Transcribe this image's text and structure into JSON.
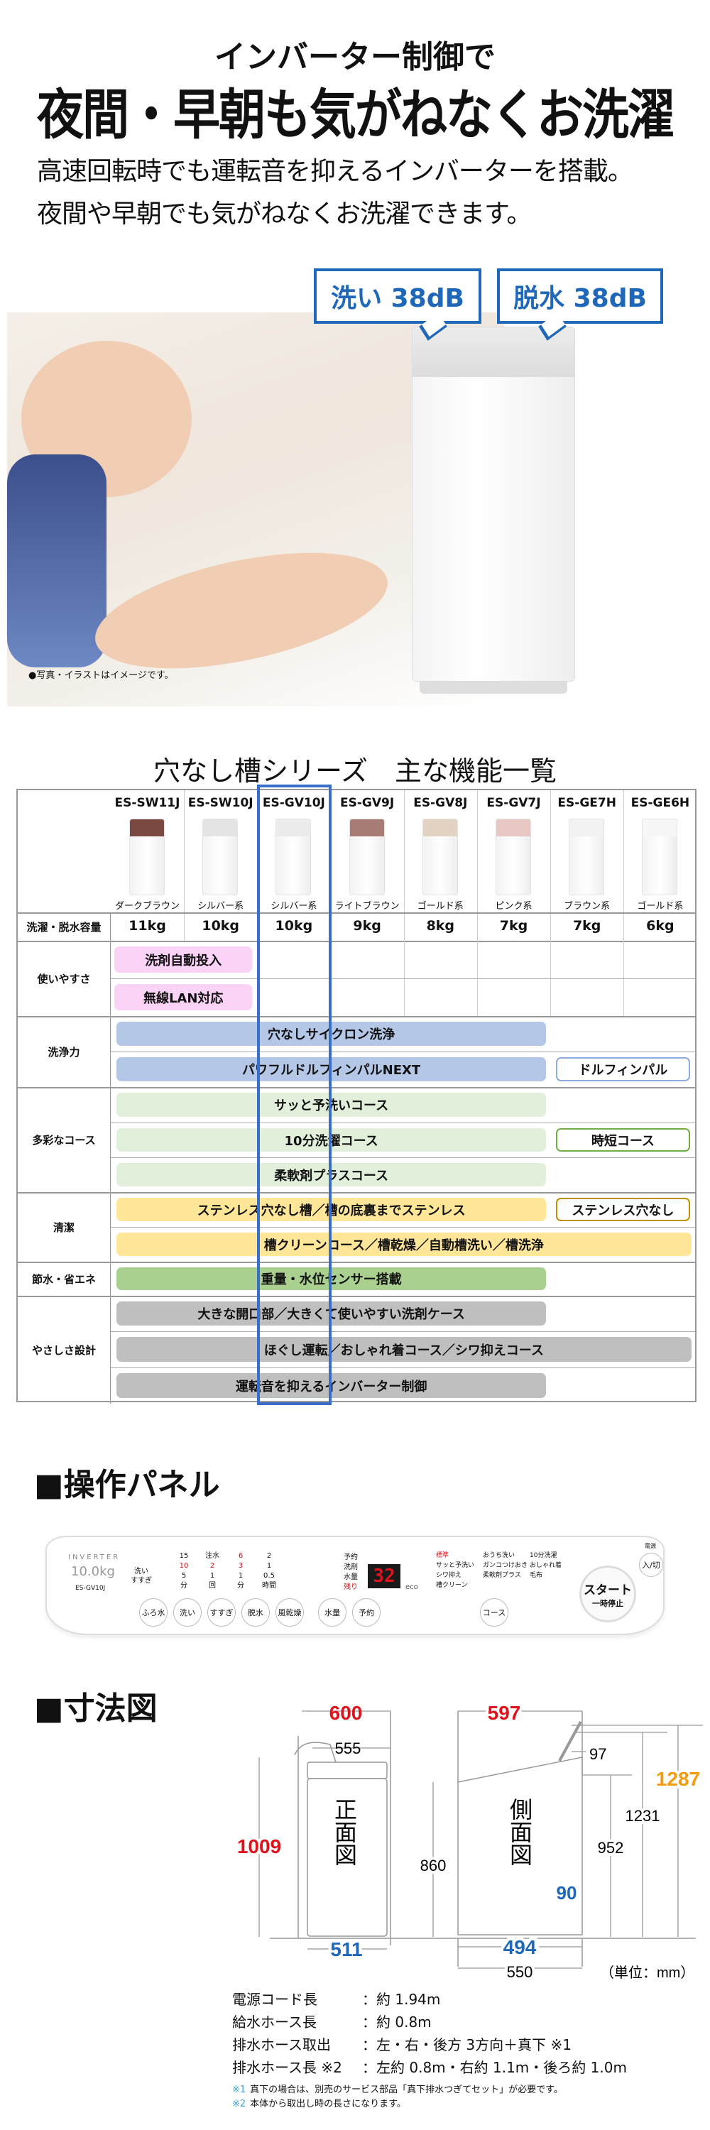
{
  "hero": {
    "subtitle": "インバーター制御で",
    "title": "夜間・早朝も気がねなくお洗濯",
    "lead1": "高速回転時でも運転音を抑えるインバーターを搭載。",
    "lead2": "夜間や早朝でも気がねなくお洗濯できます。",
    "badge_wash": "洗い 38dB",
    "badge_spin": "脱水 38dB",
    "photo_note": "●写真・イラストはイメージです。"
  },
  "table": {
    "title": "穴なし槽シリーズ　主な機能一覧",
    "capacity_label": "洗濯・脱水容量",
    "models": [
      {
        "name": "ES-SW11J",
        "color": "ダークブラウン",
        "capacity": "11kg",
        "top": "#7a4a42"
      },
      {
        "name": "ES-SW10J",
        "color": "シルバー系",
        "capacity": "10kg",
        "top": "#e4e4e4"
      },
      {
        "name": "ES-GV10J",
        "color": "シルバー系",
        "capacity": "10kg",
        "top": "#ececec"
      },
      {
        "name": "ES-GV9J",
        "color": "ライトブラウン",
        "capacity": "9kg",
        "top": "#a77c74"
      },
      {
        "name": "ES-GV8J",
        "color": "ゴールド系",
        "capacity": "8kg",
        "top": "#e3d3c2"
      },
      {
        "name": "ES-GV7J",
        "color": "ピンク系",
        "capacity": "7kg",
        "top": "#e7c8c4"
      },
      {
        "name": "ES-GE7H",
        "color": "ブラウン系",
        "capacity": "7kg",
        "top": "#f2f2f2"
      },
      {
        "name": "ES-GE6H",
        "color": "ゴールド系",
        "capacity": "6kg",
        "top": "#f7f7f7"
      }
    ],
    "highlight_model": "ES-GV10J",
    "categories": [
      {
        "label": "使いやすさ",
        "rows": [
          [
            {
              "label": "洗剤自動投入",
              "span": "two",
              "color": "#fbd3f7"
            }
          ],
          [
            {
              "label": "無線LAN対応",
              "span": "two",
              "color": "#fbd3f7"
            }
          ]
        ]
      },
      {
        "label": "洗浄力",
        "rows": [
          [
            {
              "label": "穴なしサイクロン洗浄",
              "span": "main",
              "color": "#b4c7e7"
            }
          ],
          [
            {
              "label": "パワフルドルフィンパルNEXT",
              "span": "main",
              "color": "#b4c7e7"
            },
            {
              "label": "ドルフィンパル",
              "span": "side",
              "color": "#8faadc"
            }
          ]
        ]
      },
      {
        "label": "多彩なコース",
        "rows": [
          [
            {
              "label": "サッと予洗いコース",
              "span": "main",
              "color": "#e2efda"
            }
          ],
          [
            {
              "label": "10分洗濯コース",
              "span": "main",
              "color": "#e2efda"
            },
            {
              "label": "時短コース",
              "span": "side",
              "color": "#70ad47"
            }
          ],
          [
            {
              "label": "柔軟剤プラスコース",
              "span": "main",
              "color": "#e2efda"
            }
          ]
        ]
      },
      {
        "label": "清潔",
        "rows": [
          [
            {
              "label": "ステンレス穴なし槽／槽の底裏までステンレス",
              "span": "main",
              "color": "#ffe699"
            },
            {
              "label": "ステンレス穴なし",
              "span": "side",
              "color": "#bf9000"
            }
          ],
          [
            {
              "label": "槽クリーンコース／槽乾燥／自動槽洗い／槽洗浄",
              "span": "full",
              "color": "#ffe699"
            }
          ]
        ]
      },
      {
        "label": "節水・省エネ",
        "rows": [
          [
            {
              "label": "重量・水位センサー搭載",
              "span": "main",
              "color": "#a9d08e"
            }
          ]
        ]
      },
      {
        "label": "やさしさ設計",
        "rows": [
          [
            {
              "label": "大きな開口部／大きくて使いやすい洗剤ケース",
              "span": "main",
              "color": "#bfbfbf"
            }
          ],
          [
            {
              "label": "ほぐし運転／おしゃれ着コース／シワ抑えコース",
              "span": "full",
              "color": "#bfbfbf"
            }
          ],
          [
            {
              "label": "運転音を抑えるインバーター制御",
              "span": "main",
              "color": "#bfbfbf"
            }
          ]
        ]
      }
    ]
  },
  "panel": {
    "heading": "■操作パネル",
    "brand": "INVERTER",
    "capacity": "10.0kg",
    "model": "ES-GV10J",
    "wash_rinse": "洗い すすぎ",
    "col_wash": [
      "15",
      "10",
      "5",
      "分"
    ],
    "col_rinse": [
      "注水",
      "2",
      "1",
      "回"
    ],
    "col_spin": [
      "6",
      "3",
      "1",
      "分"
    ],
    "col_dry": [
      "2",
      "1",
      "0.5",
      "時間"
    ],
    "indicators": [
      "予約",
      "洗剤",
      "水量",
      "残り"
    ],
    "display": "32",
    "eco": "eco",
    "courses": [
      "標準",
      "おうち洗い",
      "10分洗濯",
      "サッと予洗い",
      "ガンコつけおき",
      "おしゃれ着",
      "シワ抑え",
      "柔軟剤プラス",
      "毛布",
      "槽クリーン"
    ],
    "buttons": [
      "ふろ水",
      "洗い",
      "すすぎ",
      "脱水",
      "風乾燥",
      "水量",
      "予約",
      "コース"
    ],
    "start": "スタート",
    "pause": "一時停止",
    "power_label": "電源",
    "power": "入/切"
  },
  "dims": {
    "heading": "■寸法図",
    "front": "正面図",
    "side": "側面図",
    "w600": "600",
    "w555": "555",
    "h1009": "1009",
    "w511": "511",
    "w597": "597",
    "d97": "97",
    "h1287": "1287",
    "h1231": "1231",
    "h952": "952",
    "h860": "860",
    "h90": "90",
    "w494": "494",
    "w550": "550",
    "unit": "（単位：mm）"
  },
  "specs": [
    {
      "label": "電源コード長",
      "value": "：約 1.94m"
    },
    {
      "label": "給水ホース長",
      "value": "：約 0.8m"
    },
    {
      "label": "排水ホース取出",
      "value": "：左・右・後方 3方向＋真下 ※1"
    },
    {
      "label": "排水ホース長 ※2",
      "value": "：左約 0.8m・右約 1.1m・後ろ約 1.0m"
    }
  ],
  "notes": [
    {
      "mark": "※1",
      "text": "真下の場合は、別売のサービス部品「真下排水つぎてセット」が必要です。"
    },
    {
      "mark": "※2",
      "text": "本体から取出し時の長さになります。"
    }
  ]
}
